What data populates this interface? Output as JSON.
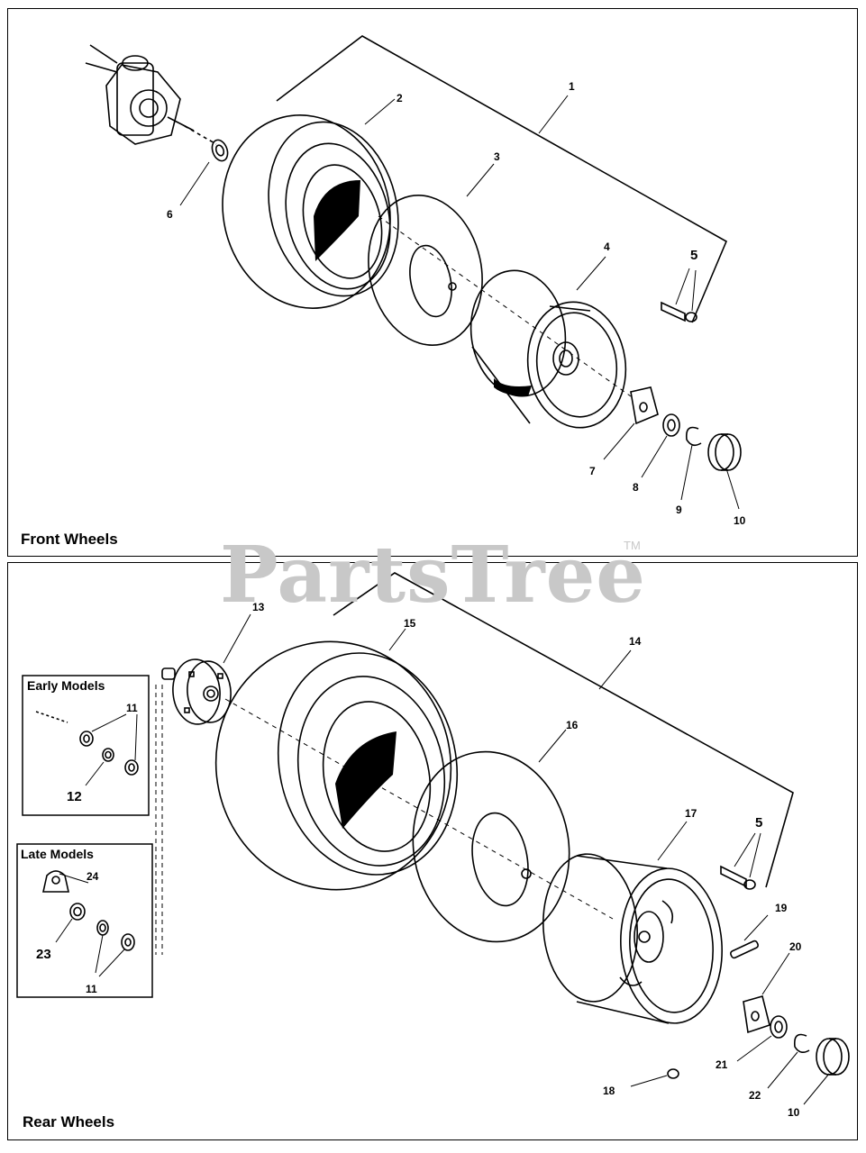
{
  "watermark": {
    "text": "PartsTree",
    "tm": "TM"
  },
  "front": {
    "title": "Front Wheels",
    "labels": [
      "1",
      "2",
      "3",
      "4",
      "5",
      "6",
      "7",
      "8",
      "9",
      "10"
    ]
  },
  "rear": {
    "title": "Rear Wheels",
    "labels": [
      "13",
      "14",
      "15",
      "16",
      "17",
      "5",
      "19",
      "20",
      "21",
      "22",
      "18",
      "10"
    ],
    "early": {
      "title": "Early Models",
      "labels": [
        "11",
        "12"
      ]
    },
    "late": {
      "title": "Late Models",
      "labels": [
        "24",
        "23",
        "11"
      ]
    }
  }
}
